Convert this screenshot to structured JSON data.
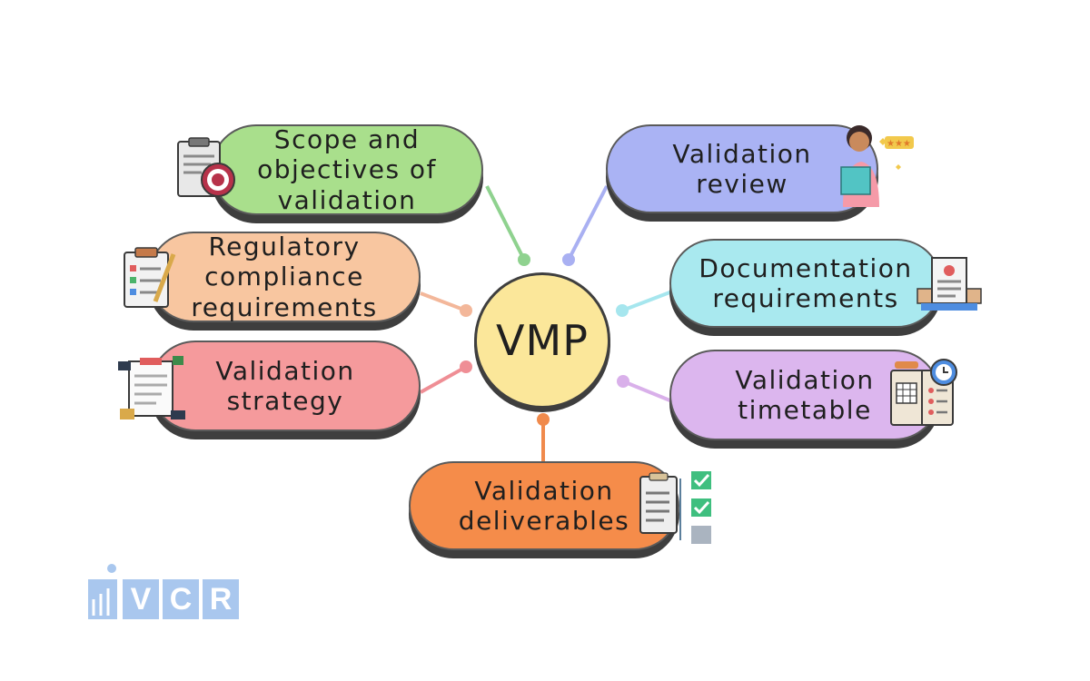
{
  "diagram": {
    "center": {
      "label": "VMP",
      "fill": "#fbe79a"
    },
    "nodes": [
      {
        "id": "scope",
        "label": "Scope and\nobjectives of\nvalidation",
        "fill": "#a9df8c",
        "dot": "#8fd28f",
        "icon": "clipboard-target-icon"
      },
      {
        "id": "regulatory",
        "label": "Regulatory\ncompliance\nrequirements",
        "fill": "#f8c6a0",
        "dot": "#f3b79a",
        "icon": "checklist-clipboard-icon"
      },
      {
        "id": "strategy",
        "label": "Validation\nstrategy",
        "fill": "#f59a9c",
        "dot": "#ef8e95",
        "icon": "strategy-document-icon"
      },
      {
        "id": "deliverables",
        "label": "Validation\ndeliverables",
        "fill": "#f58c4a",
        "dot": "#f08a4c",
        "icon": "checkbox-list-icon"
      },
      {
        "id": "timetable",
        "label": "Validation\ntimetable",
        "fill": "#dcb6ee",
        "dot": "#d9b0ea",
        "icon": "calendar-clock-icon"
      },
      {
        "id": "documentation",
        "label": "Documentation\nrequirements",
        "fill": "#a9e9ef",
        "dot": "#a6e6ee",
        "icon": "document-review-icon"
      },
      {
        "id": "review",
        "label": "Validation\nreview",
        "fill": "#aab3f4",
        "dot": "#a9b0f2",
        "icon": "reviewer-person-icon"
      }
    ]
  },
  "logo": {
    "letters": [
      "V",
      "C",
      "R"
    ],
    "color": "#a9c7ee"
  }
}
